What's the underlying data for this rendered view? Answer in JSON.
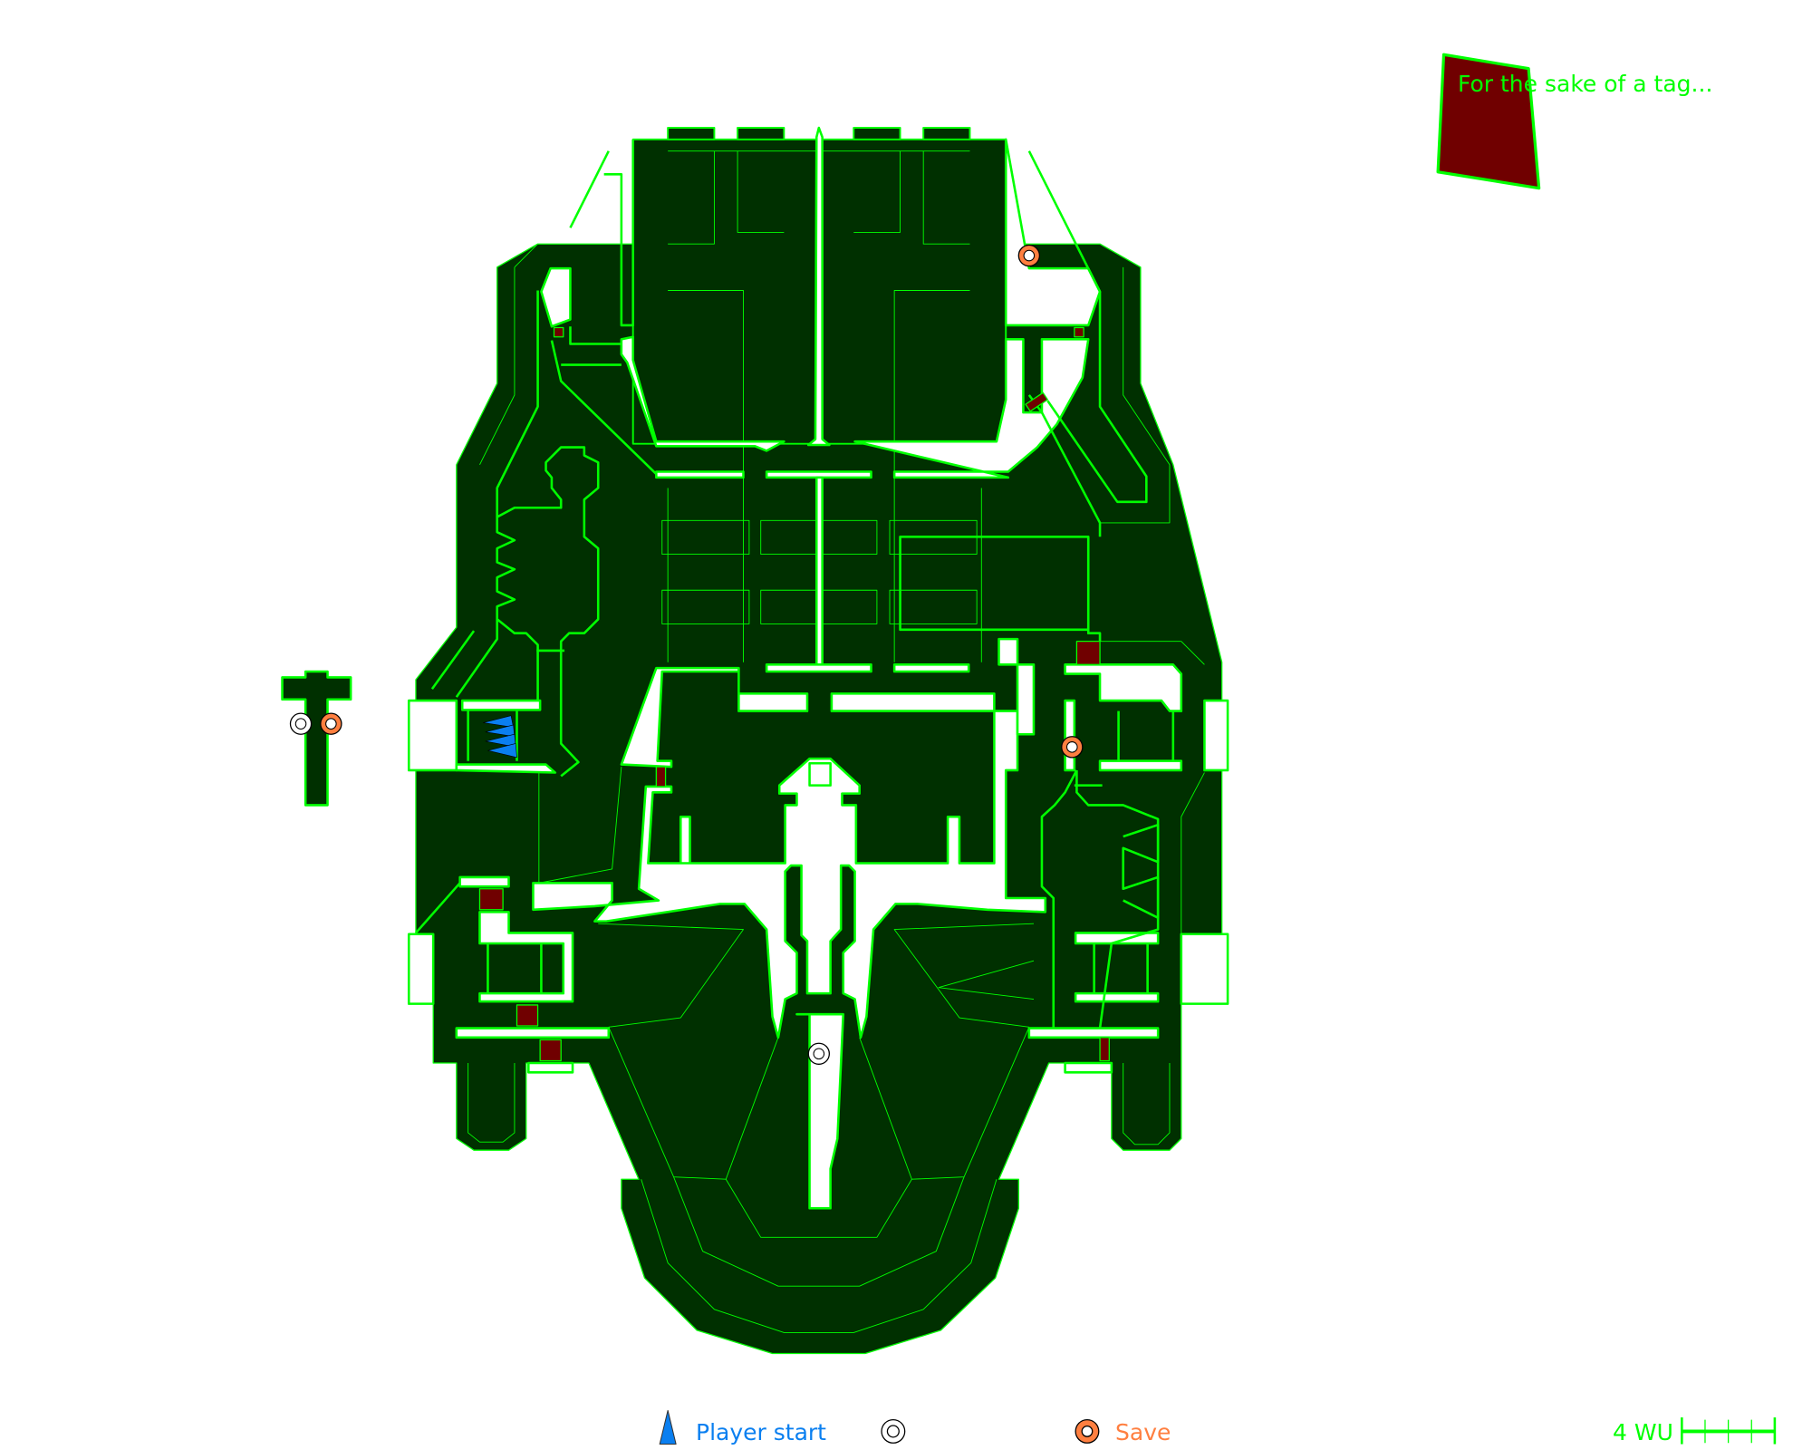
{
  "map": {
    "tag_note": "For the sake of a tag...",
    "colors": {
      "floor": "#003000",
      "wall": "#00ff00",
      "void": "#ffffff",
      "door": "#700000",
      "player": "#0a7ff0",
      "save": "#ff7f40"
    }
  },
  "legend": {
    "player_start_label": "Player start",
    "secondary_marker_label": "",
    "save_label": "Save",
    "scale_label": "4 WU"
  }
}
